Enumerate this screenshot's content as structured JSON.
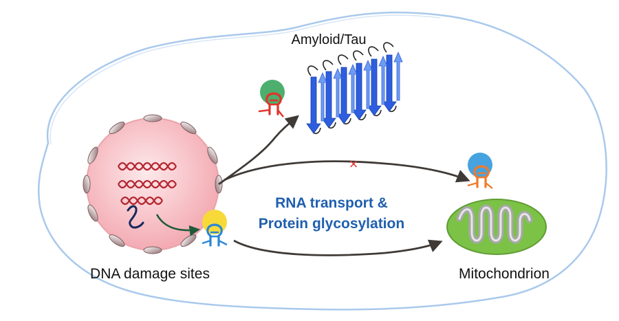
{
  "labels": {
    "amyloid": "Amyloid/Tau",
    "dna_damage": "DNA damage sites",
    "mitochondrion": "Mitochondrion",
    "middle_line1": "RNA transport &",
    "middle_line2": "Protein glycosylation"
  },
  "blocked_mark": "×",
  "colors": {
    "nucleus_fill": "#f6b7bd",
    "nucleus_pore": "#9c7a7c",
    "dna_strand": "#b32630",
    "arrow": "#3f3a36",
    "blocked_mark": "#e23a3a",
    "mito_outer": "#7bc247",
    "mito_inner": "#a7a7a7",
    "beta_sheet": "#2d5ee0",
    "beta_sheet_light": "#6e9cf0",
    "blob_green": "#4caf6d",
    "blob_blue": "#47a3e0",
    "blob_yellow": "#f7da3a",
    "rna_red": "#e0342b",
    "rna_orange": "#f07a2b",
    "rna_blue": "#2a86d6",
    "rna_dark": "#16285c",
    "text_blue": "#1f5fae",
    "cell_outline": "#a9c9ec"
  },
  "icons": [
    "cell-outline",
    "nucleus-icon",
    "dna-strands-icon",
    "amyloid-fibril-icon",
    "mitochondrion-icon",
    "rna-hairpin-icon",
    "blocked-x-icon"
  ]
}
